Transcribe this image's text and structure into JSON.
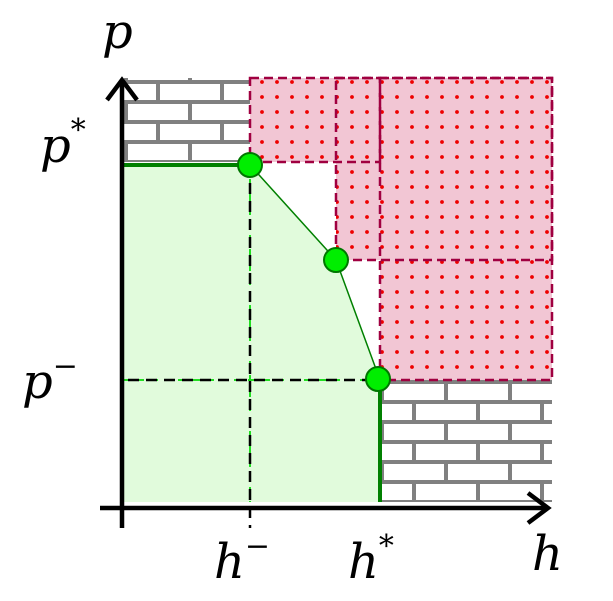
{
  "axes": {
    "vertical": {
      "symbol": "p"
    },
    "horizontal": {
      "symbol": "h"
    }
  },
  "ticks": {
    "p_star": {
      "base": "p",
      "sup": "*"
    },
    "p_minus": {
      "base": "p",
      "sup": "−"
    },
    "h_minus": {
      "base": "h",
      "sup": "−"
    },
    "h_star": {
      "base": "h",
      "sup": "*"
    }
  },
  "colors": {
    "feasible_fill": "#e1fbdc",
    "feasible_edge": "#00aa00",
    "boundary_line": "#008000",
    "infeasible_fill": "#f2c6d4",
    "infeasible_dots": "#ee0000",
    "infeasible_border": "#a00040",
    "brick": "#808080",
    "node_fill": "#00ee00",
    "node_stroke": "#007700"
  }
}
